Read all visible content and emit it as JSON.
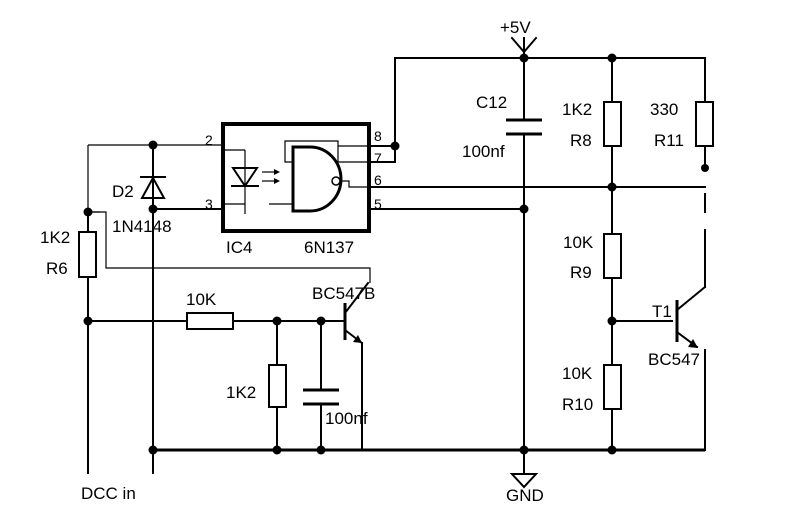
{
  "power": {
    "supply_label": "+5V",
    "ground_label": "GND"
  },
  "input": {
    "label": "DCC in"
  },
  "optocoupler": {
    "ref": "IC4",
    "part": "6N137",
    "pins": {
      "p2": "2",
      "p3": "3",
      "p5": "5",
      "p6": "6",
      "p7": "7",
      "p8": "8"
    }
  },
  "diode": {
    "ref": "D2",
    "part": "1N4148"
  },
  "resistors": {
    "r6": {
      "value": "1K2",
      "ref": "R6"
    },
    "r8": {
      "value": "1K2",
      "ref": "R8"
    },
    "r9": {
      "value": "10K",
      "ref": "R9"
    },
    "r10": {
      "value": "10K",
      "ref": "R10"
    },
    "r11": {
      "value": "330",
      "ref": "R11"
    },
    "base": {
      "value": "10K"
    },
    "bottom": {
      "value": "1K2"
    }
  },
  "capacitors": {
    "c12": {
      "ref": "C12",
      "value": "100nf"
    },
    "bottom": {
      "value": "100nf"
    }
  },
  "transistors": {
    "left": {
      "part": "BC547B"
    },
    "t1": {
      "ref": "T1",
      "part": "BC547"
    }
  }
}
